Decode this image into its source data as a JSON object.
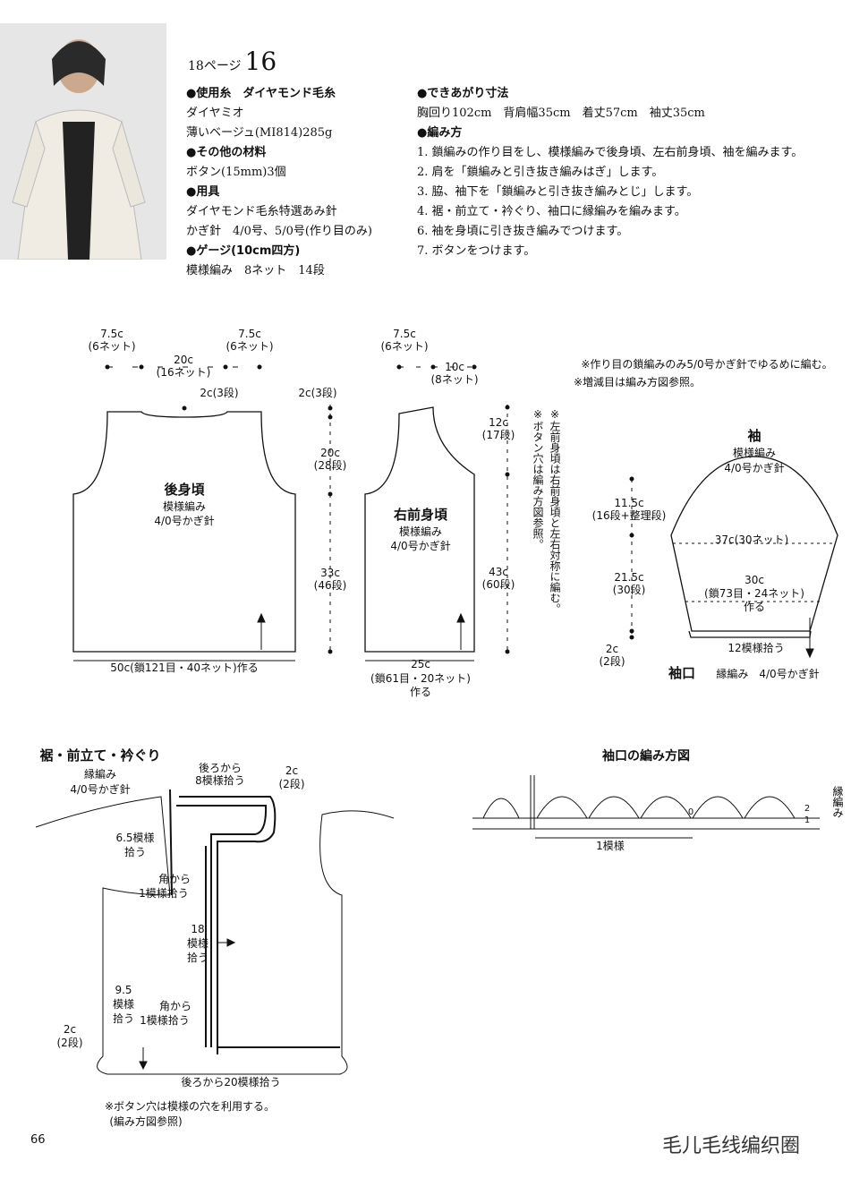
{
  "header": {
    "page_ref": "18ページ",
    "number": "16"
  },
  "left_spec": [
    "●使用糸　ダイヤモンド毛糸",
    "ダイヤミオ",
    "薄いベージュ(MI814)285g",
    "●その他の材料",
    "ボタン(15mm)3個",
    "●用具",
    "ダイヤモンド毛糸特選あみ針",
    "かぎ針　4/0号、5/0号(作り目のみ)",
    "●ゲージ(10cm四方)",
    "模様編み　8ネット　14段"
  ],
  "right_spec": [
    "●できあがり寸法",
    "胸回り102cm　背肩幅35cm　着丈57cm　袖丈35cm",
    "●編み方",
    "1. 鎖編みの作り目をし、模様編みで後身頃、左右前身頃、袖を編みます。",
    "2. 肩を「鎖編みと引き抜き編みはぎ」します。",
    "3. 脇、袖下を「鎖編みと引き抜き編みとじ」します。",
    "4. 裾・前立て・衿ぐり、袖口に縁編みを編みます。",
    "6. 袖を身頃に引き抜き編みでつけます。",
    "7. ボタンをつけます。"
  ],
  "notes": [
    "※作り目の鎖編みのみ5/0号かぎ針でゆるめに編む。",
    "※増減目は編み方図参照。"
  ],
  "back": {
    "title": "後身頃",
    "pattern": "模様編み",
    "hook": "4/0号かぎ針",
    "d1": "7.5c",
    "d1b": "(6ネット)",
    "d2": "7.5c",
    "d2b": "(6ネット)",
    "d3": "20c",
    "d3b": "(16ネット)",
    "d4": "2c(3段)",
    "d5": "2c(3段)",
    "d6": "20c",
    "d6b": "(28段)",
    "d7": "33c",
    "d7b": "(46段)",
    "bottom": "50c(鎖121目・40ネット)作る"
  },
  "front": {
    "title": "右前身頃",
    "pattern": "模様編み",
    "hook": "4/0号かぎ針",
    "d1": "7.5c",
    "d1b": "(6ネット)",
    "d2": "10c",
    "d2b": "(8ネット)",
    "d3": "12c",
    "d3b": "(17段)",
    "d4": "43c",
    "d4b": "(60段)",
    "bottom1": "25c",
    "bottom2": "(鎖61目・20ネット)",
    "bottom3": "作る",
    "vnote1": "※左前身頃は右前身頃と左右対称に編む。",
    "vnote2": "※ボタン穴は編み方図参照。"
  },
  "sleeve": {
    "title": "袖",
    "pattern": "模様編み",
    "hook": "4/0号かぎ針",
    "d1": "11.5c",
    "d1b": "(16段+整理段)",
    "d2": "37c(30ネット)",
    "d3": "21.5c",
    "d3b": "(30段)",
    "d4": "30c",
    "d4b": "(鎖73目・24ネット)",
    "d4c": "作る",
    "d5": "2c",
    "d5b": "(2段)",
    "d6": "12模様拾う",
    "cuff": "袖口",
    "cuff_desc": "縁編み　4/0号かぎ針"
  },
  "border": {
    "title": "裾・前立て・衿ぐり",
    "pattern": "縁編み",
    "hook": "4/0号かぎ針",
    "l1": "後ろから",
    "l1b": "8模様拾う",
    "l2": "2c",
    "l2b": "(2段)",
    "l3": "6.5模様",
    "l3b": "拾う",
    "l4": "角から",
    "l4b": "1模様拾う",
    "l5": "18",
    "l5b": "模様",
    "l5c": "拾う",
    "l6": "9.5",
    "l6b": "模様",
    "l6c": "拾う",
    "l7": "角から",
    "l7b": "1模様拾う",
    "l8": "2c",
    "l8b": "(2段)",
    "l9": "後ろから20模様拾う",
    "foot1": "※ボタン穴は模様の穴を利用する。",
    "foot2": "(編み方図参照)"
  },
  "cuff_chart": {
    "title": "袖口の編み方図",
    "unit": "1模様",
    "side": "縁編み",
    "row2": "2",
    "row1": "1",
    "row0": "0"
  },
  "footer": {
    "page": "66",
    "watermark": "毛儿毛线编织圈"
  }
}
